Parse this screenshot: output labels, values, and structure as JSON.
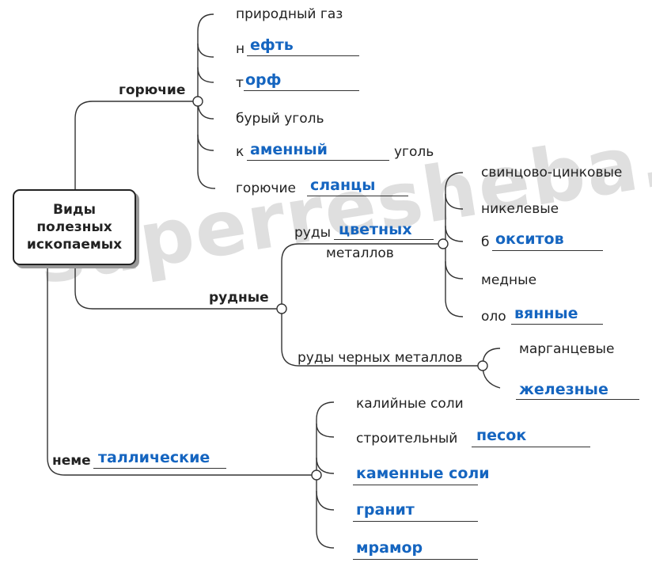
{
  "root_label": [
    "Виды",
    "полезных",
    "ископаемых"
  ],
  "watermark": "superresheba.by",
  "branches": {
    "goryuchie": {
      "label": "горючие",
      "items": [
        {
          "prefix": "природный газ",
          "fill": "",
          "suffix": ""
        },
        {
          "prefix": "н",
          "fill": "ефть",
          "suffix": ""
        },
        {
          "prefix": "т",
          "fill": "орф",
          "suffix": ""
        },
        {
          "prefix": "бурый уголь",
          "fill": "",
          "suffix": ""
        },
        {
          "prefix": "к",
          "fill": "аменный",
          "suffix": "уголь"
        },
        {
          "prefix": "горючие",
          "fill": "сланцы",
          "suffix": ""
        }
      ]
    },
    "rudnye": {
      "label": "рудные",
      "colored": {
        "prefix": "руды",
        "fill": "цветных",
        "suffix": "металлов",
        "items": [
          {
            "prefix": "свинцово-цинковые",
            "fill": ""
          },
          {
            "prefix": "никелевые",
            "fill": ""
          },
          {
            "prefix": "б",
            "fill": "окситов"
          },
          {
            "prefix": "медные",
            "fill": ""
          },
          {
            "prefix": "оло",
            "fill": "вянные"
          }
        ]
      },
      "ferrous": {
        "label": "руды черных металлов",
        "items": [
          {
            "prefix": "марганцевые",
            "fill": ""
          },
          {
            "prefix": "",
            "fill": "железные"
          }
        ]
      }
    },
    "nemetallicheskie": {
      "prefix": "неме",
      "fill": "таллические",
      "items": [
        {
          "prefix": "калийные соли",
          "fill": ""
        },
        {
          "prefix": "строительный",
          "fill": "песок"
        },
        {
          "prefix": "",
          "fill": "каменные соли"
        },
        {
          "prefix": "",
          "fill": "гранит"
        },
        {
          "prefix": "",
          "fill": "мрамор"
        }
      ]
    }
  },
  "colors": {
    "line": "#333333",
    "filled_answer": "#1565c0",
    "text": "#222222"
  }
}
